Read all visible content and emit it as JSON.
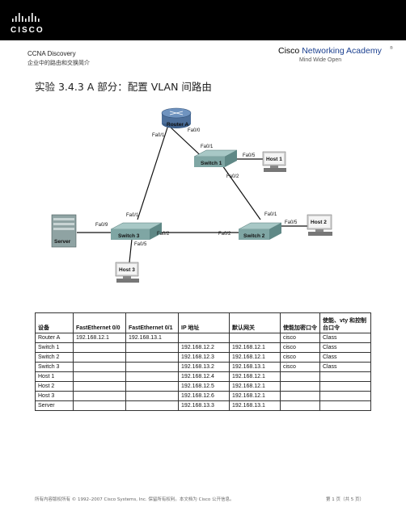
{
  "header": {
    "logo_text": "CISCO",
    "course_name": "CCNA Discovery",
    "course_subtitle": "企业中的路由和交换简介",
    "academy_cisco": "Cisco",
    "academy_name": "Networking Academy",
    "academy_tagline": "Mind Wide Open",
    "academy_reg": "®"
  },
  "title": "实验 3.4.3 A 部分：配置 VLAN 间路由",
  "topology": {
    "devices": {
      "router_a": "Router A",
      "switch1": "Switch 1",
      "switch2": "Switch 2",
      "switch3": "Switch 3",
      "host1": "Host 1",
      "host2": "Host 2",
      "host3": "Host 3",
      "server": "Server"
    },
    "ports": {
      "ra_fa01": "Fa0/1",
      "ra_fa00": "Fa0/0",
      "s1_fa01": "Fa0/1",
      "s1_fa05": "Fa0/5",
      "s1_fa02": "Fa0/2",
      "s3_fa01": "Fa0/1",
      "s3_fa09": "Fa0/9",
      "s3_fa02": "Fa0/2",
      "s3_fa05": "Fa0/5",
      "s2_fa01": "Fa0/1",
      "s2_fa05": "Fa0/5",
      "s2_fa02": "Fa0/2"
    },
    "colors": {
      "router": "#4d6f9a",
      "switch": "#7fa6a4",
      "host": "#c9c9c9",
      "link": "#111111"
    }
  },
  "address_table": {
    "headers": [
      "设备",
      "FastEthernet 0/0",
      "FastEthernet 0/1",
      "IP 地址",
      "默认网关",
      "使能加密口令",
      "使能、vty 和控制台口令"
    ],
    "rows": [
      [
        "Router A",
        "192.168.12.1",
        "192.168.13.1",
        "",
        "",
        "cisco",
        "Class"
      ],
      [
        "Switch 1",
        "",
        "",
        "192.168.12.2",
        "192.168.12.1",
        "cisco",
        "Class"
      ],
      [
        "Switch 2",
        "",
        "",
        "192.168.12.3",
        "192.168.12.1",
        "cisco",
        "Class"
      ],
      [
        "Switch 3",
        "",
        "",
        "192.168.13.2",
        "192.168.13.1",
        "cisco",
        "Class"
      ],
      [
        "Host 1",
        "",
        "",
        "192.168.12.4",
        "192.168.12.1",
        "",
        ""
      ],
      [
        "Host 2",
        "",
        "",
        "192.168.12.5",
        "192.168.12.1",
        "",
        ""
      ],
      [
        "Host 3",
        "",
        "",
        "192.168.12.6",
        "192.168.12.1",
        "",
        ""
      ],
      [
        "Server",
        "",
        "",
        "192.168.13.3",
        "192.168.13.1",
        "",
        ""
      ]
    ]
  },
  "footer": {
    "copyright": "所有内容版权所有 © 1992–2007 Cisco Systems, Inc. 保留所有权利。本文档为 Cisco 公开信息。",
    "page": "第 1 页（共 5 页）"
  }
}
